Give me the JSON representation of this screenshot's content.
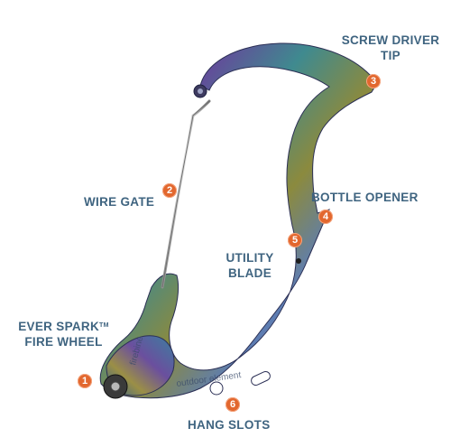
{
  "colors": {
    "label_text": "#3f6480",
    "marker_fill": "#e2672e",
    "marker_text": "#ffffff",
    "background": "#ffffff"
  },
  "product": {
    "engraving_brand_1": "firebine",
    "engraving_brand_2": "outdoor element"
  },
  "callouts": [
    {
      "number": "1",
      "label_line1": "EVER SPARK",
      "label_tm": "TM",
      "label_line2": "FIRE WHEEL"
    },
    {
      "number": "2",
      "label": "WIRE GATE"
    },
    {
      "number": "3",
      "label_line1": "SCREW DRIVER",
      "label_line2": "TIP"
    },
    {
      "number": "4",
      "label": "BOTTLE OPENER"
    },
    {
      "number": "5",
      "label_line1": "UTILITY",
      "label_line2": "BLADE"
    },
    {
      "number": "6",
      "label": "HANG SLOTS"
    }
  ]
}
